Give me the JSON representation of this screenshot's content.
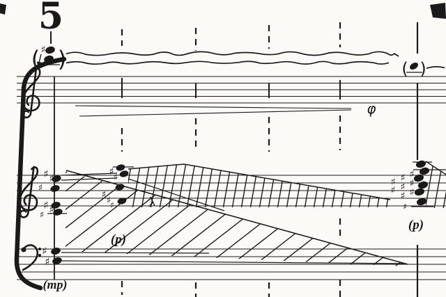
{
  "page": {
    "paper_color": "#fbfaf7",
    "ink_color": "#1a1a1a"
  },
  "rehearsal": {
    "number": "5"
  },
  "dynamics": {
    "upper_left": "(p)",
    "upper_right": "(p)",
    "lower": "(mp)"
  },
  "symbols": {
    "niente": "φ",
    "sharp": "♯",
    "paren_open": "(",
    "paren_close": ")"
  }
}
